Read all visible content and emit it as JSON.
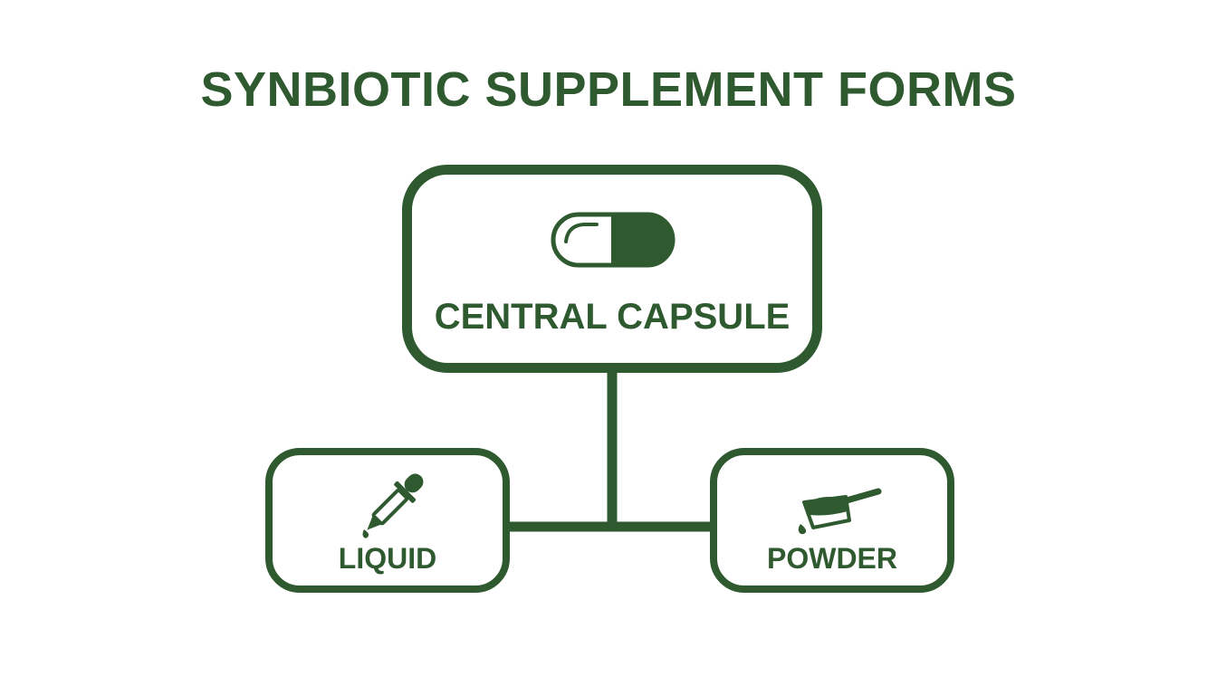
{
  "diagram": {
    "title": "SYNBIOTIC SUPPLEMENT FORMS",
    "accent_color": "#2f5a30",
    "central": {
      "label": "CENTRAL CAPSULE",
      "icon": "capsule-icon"
    },
    "children": [
      {
        "label": "LIQUID",
        "icon": "dropper-icon"
      },
      {
        "label": "POWDER",
        "icon": "powder-scoop-icon"
      }
    ]
  }
}
